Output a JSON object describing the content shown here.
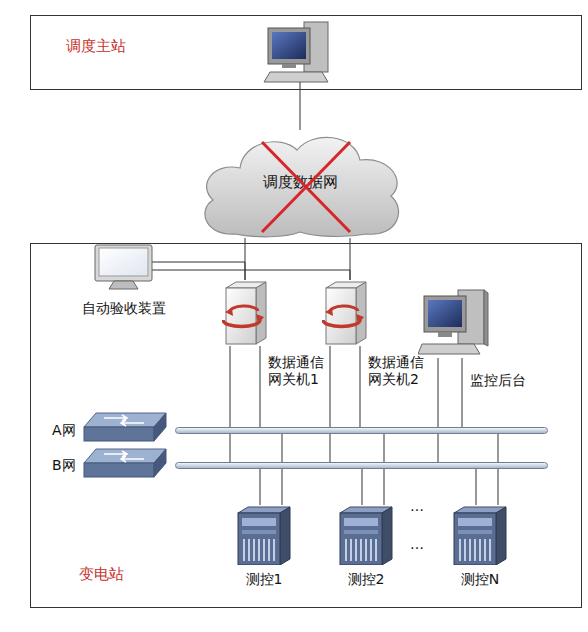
{
  "diagram": {
    "nodes": [
      {
        "text": [
          "调度主站"
        ]
      },
      {
        "text": [
          "调度数据网"
        ]
      },
      {
        "text": [
          "变电站"
        ]
      },
      {
        "text": [
          "自动验收装置"
        ],
        "in": 2
      },
      {
        "text": [
          "数据通信 网关机1"
        ],
        "in": 2
      },
      {
        "text": [
          "数据通信 网关机2"
        ],
        "in": 2
      },
      {
        "text": [
          "监控后台"
        ],
        "in": 2
      },
      {
        "text": [
          "A网"
        ],
        "in": 2
      },
      {
        "text": [
          "B网"
        ],
        "in": 2
      },
      {
        "text": [
          "测控1"
        ],
        "in": 2
      },
      {
        "text": [
          "测控2"
        ],
        "in": 2
      },
      {
        "text": [
          "测控N"
        ],
        "in": 2
      }
    ],
    "edges": [
      {
        "from": 0,
        "to": 1,
        "arrow": "none"
      },
      {
        "from": 1,
        "to": 4,
        "arrow": "none"
      },
      {
        "from": 1,
        "to": 5,
        "arrow": "none"
      },
      {
        "from": 3,
        "to": 4,
        "arrow": "none"
      },
      {
        "from": 3,
        "to": 5,
        "arrow": "none"
      },
      {
        "from": 4,
        "to": 7,
        "arrow": "none"
      },
      {
        "from": 4,
        "to": 8,
        "arrow": "none"
      },
      {
        "from": 5,
        "to": 7,
        "arrow": "none"
      },
      {
        "from": 5,
        "to": 8,
        "arrow": "none"
      },
      {
        "from": 6,
        "to": 7,
        "arrow": "none"
      },
      {
        "from": 6,
        "to": 8,
        "arrow": "none"
      },
      {
        "from": 9,
        "to": 7,
        "arrow": "none"
      },
      {
        "from": 9,
        "to": 8,
        "arrow": "none"
      },
      {
        "from": 10,
        "to": 7,
        "arrow": "none"
      },
      {
        "from": 10,
        "to": 8,
        "arrow": "none"
      },
      {
        "from": 11,
        "to": 7,
        "arrow": "none"
      },
      {
        "from": 11,
        "to": 8,
        "arrow": "none"
      }
    ],
    "labels": [
      "…",
      "…"
    ]
  }
}
